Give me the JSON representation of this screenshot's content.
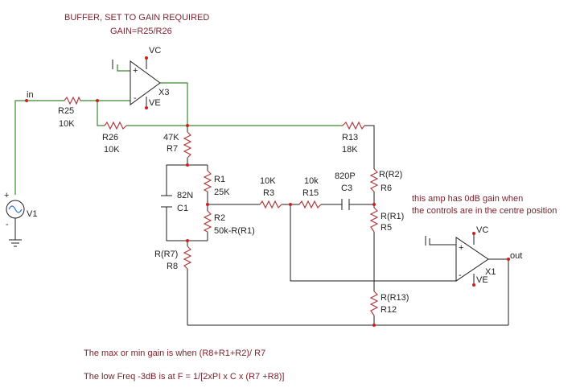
{
  "diagram": {
    "header": {
      "title": "BUFFER, SET TO GAIN REQUIRED",
      "subtitle": "GAIN=R25/R26"
    },
    "nets": {
      "input": "in",
      "output": "out"
    },
    "opamps": [
      {
        "ref": "X3",
        "supply_pos": "VC",
        "supply_neg": "VE",
        "plus": "+",
        "minus": "-"
      },
      {
        "ref": "X1",
        "supply_pos": "VC",
        "supply_neg": "VE",
        "plus": "+",
        "minus": "-"
      }
    ],
    "source": {
      "ref": "V1",
      "plus": "+",
      "minus": "-"
    },
    "components": {
      "R25": {
        "ref": "R25",
        "value": "10K"
      },
      "R26": {
        "ref": "R26",
        "value": "10K"
      },
      "R7": {
        "ref": "R7",
        "value": "47K"
      },
      "R13": {
        "ref": "R13",
        "value": "18K"
      },
      "R1": {
        "ref": "R1",
        "value": "25K"
      },
      "C1": {
        "ref": "C1",
        "value": "82N"
      },
      "R2": {
        "ref": "R2",
        "value": "50k-R(R1)"
      },
      "R3": {
        "ref": "R3",
        "value": "10K"
      },
      "R15": {
        "ref": "R15",
        "value": "10k"
      },
      "C3": {
        "ref": "C3",
        "value": "820P"
      },
      "R6": {
        "ref": "R6",
        "value": "R(R2)"
      },
      "R5": {
        "ref": "R5",
        "value": "R(R1)"
      },
      "R8": {
        "ref": "R8",
        "value": "R(R7)"
      },
      "R12": {
        "ref": "R12",
        "value": "R(R13)"
      }
    },
    "annotations": {
      "gain_note_1": "this amp has 0dB gain when",
      "gain_note_2": "the controls are in the centre position",
      "footer_1": "The max or min gain is when (R8+R1+R2)/ R7",
      "footer_2": "The low Freq -3dB is at F = 1/[2xPI x C x (R7 +R8)]"
    }
  }
}
